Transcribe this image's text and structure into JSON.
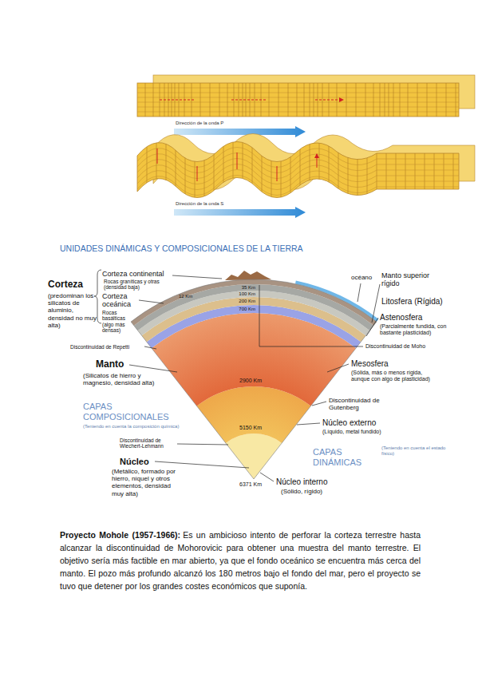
{
  "diagram": {
    "title": "UNIDADES DINÁMICAS Y COMPOSICIONALES DE LA TIERRA",
    "labels": [
      "Dirección de la onda P",
      "Dirección de la onda S",
      "Corteza continental",
      "Rocas graníticas y otras (densidad baja)",
      "océano",
      "Manto superior rígido",
      "Corteza",
      "(predominan los silicatos de aluminio, densidad no muy alta)",
      "35 Km",
      "12 Km",
      "100 Km",
      "Corteza oceánica",
      "Rocas basálticas (algo más densas)",
      "200 Km",
      "Litosfera (Rígida)",
      "700 Km",
      "Astenosfera",
      "(Parcialmente fundida, con bastante plasticidad)",
      "Discontinuidad de Repetti",
      "Discontinuidad de Moho",
      "Manto",
      "(Silicatos de hierro y magnesio, densidad alta)",
      "Mesosfera",
      "(Sólida, más o menos rígida, aunque con algo de plasticidad)",
      "2900 Km",
      "CAPAS COMPOSICIONALES",
      "(Teniendo en cuenta la composición química)",
      "Discontinuidad de Gutenberg",
      "Núcleo externo",
      "(Líquido, metal fundido)",
      "Discontinuidad de Wiechert-Lehmann",
      "5150 Km",
      "CAPAS DINÁMICAS",
      "(Teniendo en cuenta el estado físico)",
      "Núcleo",
      "(Metálico, formado por hierro, níquel y otros elementos, densidad muy alta)",
      "Núcleo interno",
      "(Sólido, rígido)",
      "6371 Km",
      "Proyecto Mohole (1957-1966):",
      "Es un ambicioso intento de perforar la corteza terrestre hasta alcanzar la discontinuidad de Mohorovicic para obtener una muestra del manto terrestre. El objetivo sería más factible en mar abierto, ya que el fondo oceánico se encuentra más cerca del manto. El pozo más profundo alcanzó los 180 metros bajo el fondo del mar, pero el proyecto se tuvo que detener por los grandes costes económicos que suponía."
    ]
  }
}
